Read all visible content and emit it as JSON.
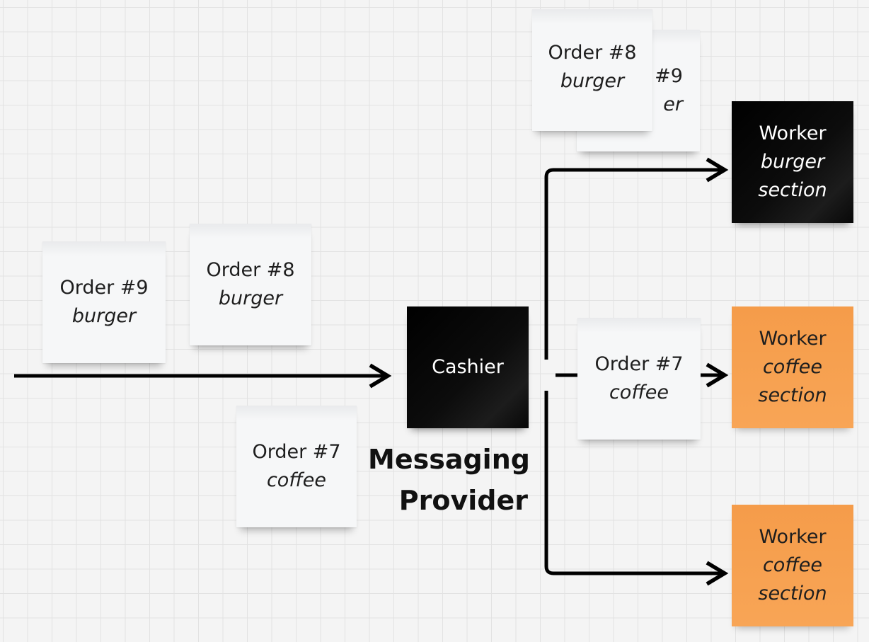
{
  "diagram": {
    "incoming_orders": [
      {
        "title": "Order #9",
        "item": "burger"
      },
      {
        "title": "Order #8",
        "item": "burger"
      },
      {
        "title": "Order #7",
        "item": "coffee"
      }
    ],
    "cashier": {
      "label": "Cashier"
    },
    "provider_label": {
      "line1": "Messaging",
      "line2": "Provider"
    },
    "routed_orders": {
      "burger_back": {
        "title": "Order #9",
        "item_partial": "er"
      },
      "burger_front": {
        "title": "Order #8",
        "item": "burger"
      },
      "coffee": {
        "title": "Order #7",
        "item": "coffee"
      }
    },
    "workers": [
      {
        "title": "Worker",
        "line2": "burger",
        "line3": "section",
        "color": "#000000"
      },
      {
        "title": "Worker",
        "line2": "coffee",
        "line3": "section",
        "color": "#f79e4c"
      },
      {
        "title": "Worker",
        "line2": "coffee",
        "line3": "section",
        "color": "#f79e4c"
      }
    ],
    "colors": {
      "arrow": "#000000",
      "note_white": "#f6f7f8",
      "note_dark": "#000000",
      "note_orange": "#f79e4c"
    }
  }
}
